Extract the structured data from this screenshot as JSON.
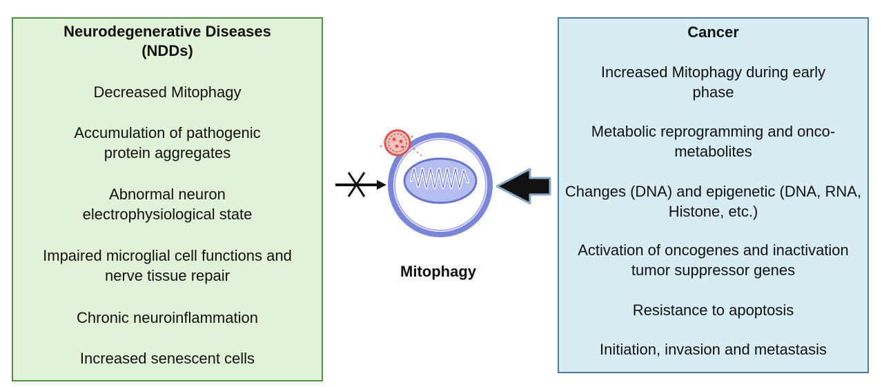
{
  "left_panel": {
    "title": "Neurodegenerative Diseases (NDDs)",
    "items": [
      "Decreased Mitophagy",
      "Accumulation of pathogenic protein aggregates",
      "Abnormal neuron electrophysiological state",
      "Impaired microglial cell functions and nerve tissue repair",
      "Chronic neuroinflammation",
      "Increased senescent cells"
    ]
  },
  "right_panel": {
    "title": "Cancer",
    "items": [
      "Increased Mitophagy during early phase",
      "Metabolic reprogramming and onco-metabolites",
      "Changes (DNA) and epigenetic (DNA, RNA, Histone, etc.)",
      "Activation of oncogenes and inactivation  tumor suppressor genes",
      "Resistance to apoptosis",
      "Initiation, invasion and metastasis"
    ]
  },
  "center": {
    "label": "Mitophagy",
    "icon": "mitochondrion-in-autophagosome-icon"
  },
  "colors": {
    "left_fill": "#e2f2d8",
    "left_border": "#4f8f3f",
    "right_fill": "#d8ecf3",
    "right_border": "#4a7fa0",
    "membrane": "#7b86d6",
    "lysosome": "#d9534f"
  }
}
